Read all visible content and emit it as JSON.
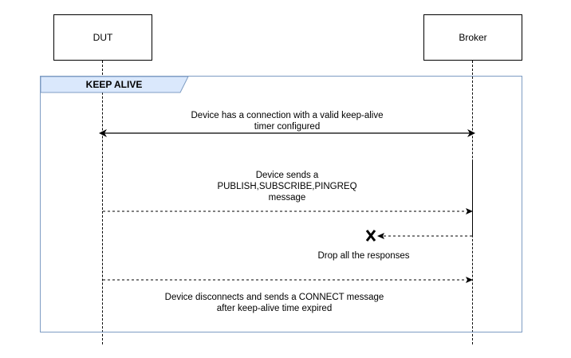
{
  "participants": {
    "dut": "DUT",
    "broker": "Broker"
  },
  "fragment": {
    "label": "KEEP ALIVE",
    "border_color": "#7e9cc3",
    "label_fill": "#dae8fc"
  },
  "messages": {
    "connection_line1": "Device has a connection with a valid keep-alive",
    "connection_line2": "timer configured",
    "publish_line1": "Device sends a",
    "publish_line2": "PUBLISH,SUBSCRIBE,PINGREQ",
    "publish_line3": "message",
    "drop": "Drop all the responses",
    "reconnect_line1": "Device disconnects and sends a CONNECT message",
    "reconnect_line2": "after keep-alive time expired"
  },
  "icons": {
    "lost_message": "x-mark-icon"
  }
}
